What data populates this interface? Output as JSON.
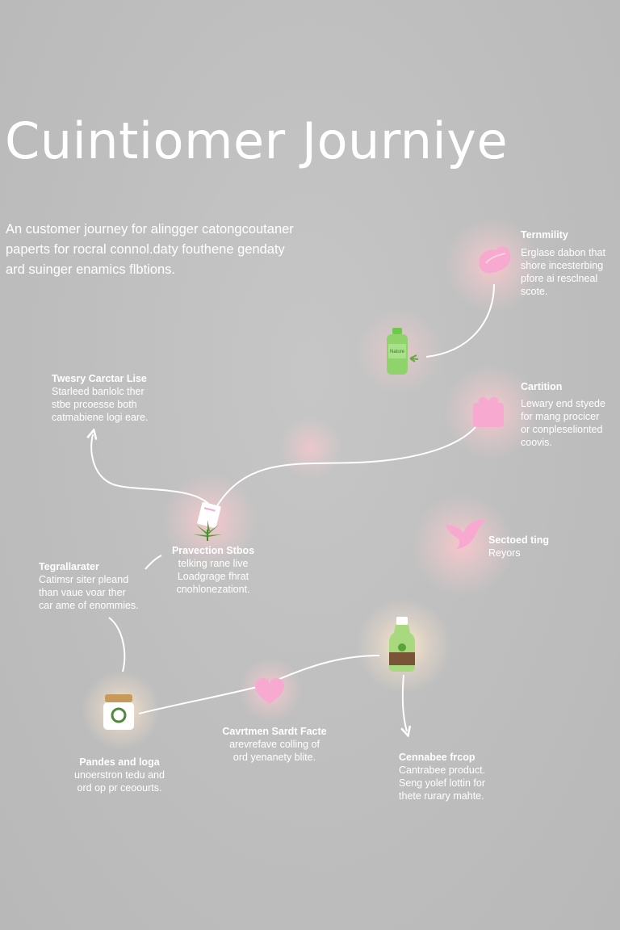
{
  "title": "Cuintiomer Journiye",
  "subtitle": [
    "An customer journey for alingger catongcoutaner",
    "paperts for rocral connol.daty fouthene gendaty",
    "ard suinger enamics flbtions."
  ],
  "stages": [
    {
      "id": "ternmility",
      "heading": "Ternmility",
      "lines": [
        "Erglase dabon that",
        "shore incesterbing",
        "pfore ai resclneal",
        "scote."
      ],
      "icon": "heart-blob-icon"
    },
    {
      "id": "cartition",
      "heading": "Cartition",
      "lines": [
        "Lewary end styede",
        "for mang procicer",
        "or conpleselionted",
        "coovis."
      ],
      "icon": "gift-box-icon"
    },
    {
      "id": "sectoed",
      "heading": "Sectoed ting",
      "lines": [
        "Reyors"
      ],
      "icon": "bird-icon"
    },
    {
      "id": "twesry",
      "heading": "Twesry Carctar Lise",
      "lines": [
        "Starleed banlolc ther",
        "stbe prcoesse both",
        "catmabiene logi eare."
      ],
      "icon": ""
    },
    {
      "id": "pravection",
      "heading": "Pravection Stbos",
      "lines": [
        "telking rane live",
        "Loadgrage fhrat",
        "cnohlonezationt."
      ],
      "icon": "cannabis-leaf-icon"
    },
    {
      "id": "tegrallarater",
      "heading": "Tegrallarater",
      "lines": [
        "Catimsr siter pleand",
        "than vaue voar ther",
        "car ame of enommies."
      ],
      "icon": ""
    },
    {
      "id": "pandes",
      "heading": "Pandes and loga",
      "lines": [
        "unoerstron tedu and",
        "ord op pr ceoourts."
      ],
      "icon": "jar-icon"
    },
    {
      "id": "cavrtmen",
      "heading": "Cavrtmen Sardt Facte",
      "lines": [
        "arevrefave colling of",
        "ord yenanety blite."
      ],
      "icon": "heart-icon"
    },
    {
      "id": "cennabee",
      "heading": "Cennabee frcop",
      "lines": [
        "Cantrabee product.",
        "Seng yolef lottin for",
        "thete rurary mahte."
      ],
      "icon": "bottle-icon"
    }
  ],
  "product_labels": {
    "bottle_text": "Nature"
  },
  "colors": {
    "background": "#bdbdbd",
    "text": "#ffffff",
    "pink_icon": "#f7a9cf",
    "green_bottle": "#8fd36a",
    "glow_pink": "#ffc8cd",
    "glow_warm": "#ffecc8"
  }
}
